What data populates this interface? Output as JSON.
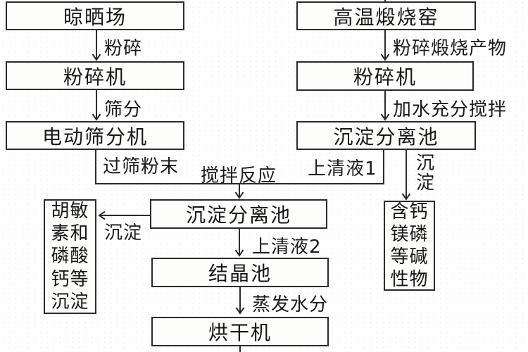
{
  "colors": {
    "line": "#2b2b2b",
    "text": "#1a1a1a",
    "background": "#ffffff"
  },
  "nodes": {
    "drying_yard": "晾晒场",
    "crusher_left": "粉碎机",
    "electric_sieve": "电动筛分机",
    "calcination_kiln": "高温煅烧窑",
    "crusher_right": "粉碎机",
    "sedimentation_pool_right": "沉淀分离池",
    "sedimentation_pool_mid": "沉淀分离池",
    "crystallization_pool": "结晶池",
    "dryer": "烘干机",
    "humin_precipitate": "胡敏\n素和\n磷酸\n钙等\n沉淀",
    "alkaline_product": "含钙\n镁磷\n等碱\n性物"
  },
  "edge_labels": {
    "crush": "粉碎",
    "sieve": "筛分",
    "sieved_powder": "过筛粉末",
    "stir_reaction": "搅拌反应",
    "supernatant_1": "上清液1",
    "crush_calcined_product": "粉碎煅烧产物",
    "add_water_stir": "加水充分搅拌",
    "sediment_right_vertical": "沉\n淀",
    "sediment_left": "沉淀",
    "supernatant_2": "上清液2",
    "evaporate_water": "蒸发水分"
  }
}
